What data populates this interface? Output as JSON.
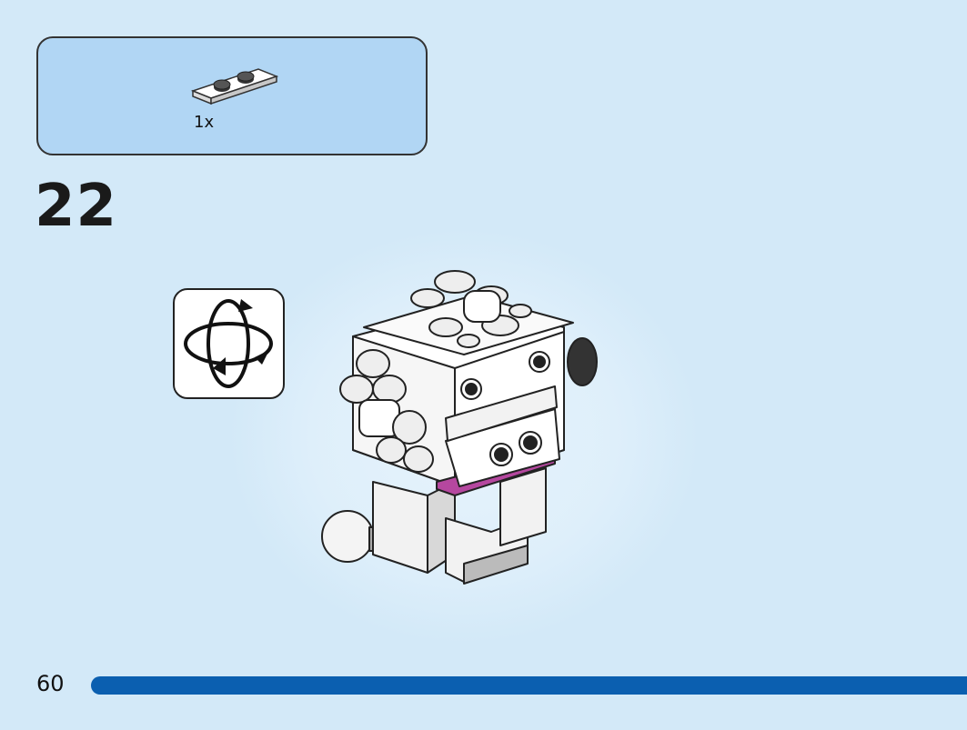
{
  "parts_list": {
    "items": [
      {
        "icon": "plate-1x2-white-icon",
        "count": "1x"
      }
    ]
  },
  "step": {
    "number": "22"
  },
  "rotate": {
    "icon": "rotate-model-icon"
  },
  "model": {
    "icon": "poodle-model-icon"
  },
  "footer": {
    "page_number": "60"
  },
  "colors": {
    "background": "#d3e9f8",
    "parts_box": "#b1d6f4",
    "progress_bar": "#0b5fb0",
    "accent_magenta": "#b5479f"
  }
}
